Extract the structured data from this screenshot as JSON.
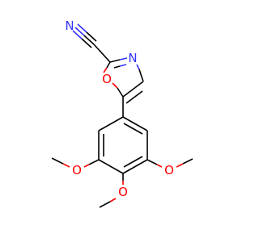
{
  "molecule": {
    "atoms": {
      "n_nitrile": "N",
      "n_ring": "N",
      "o_ring": "O",
      "o_methoxy_left": "O",
      "o_methoxy_right": "O",
      "o_methoxy_bottom": "O"
    },
    "colors": {
      "carbon": "#000000",
      "nitrogen": "#3333ff",
      "oxygen": "#ff0000"
    }
  }
}
